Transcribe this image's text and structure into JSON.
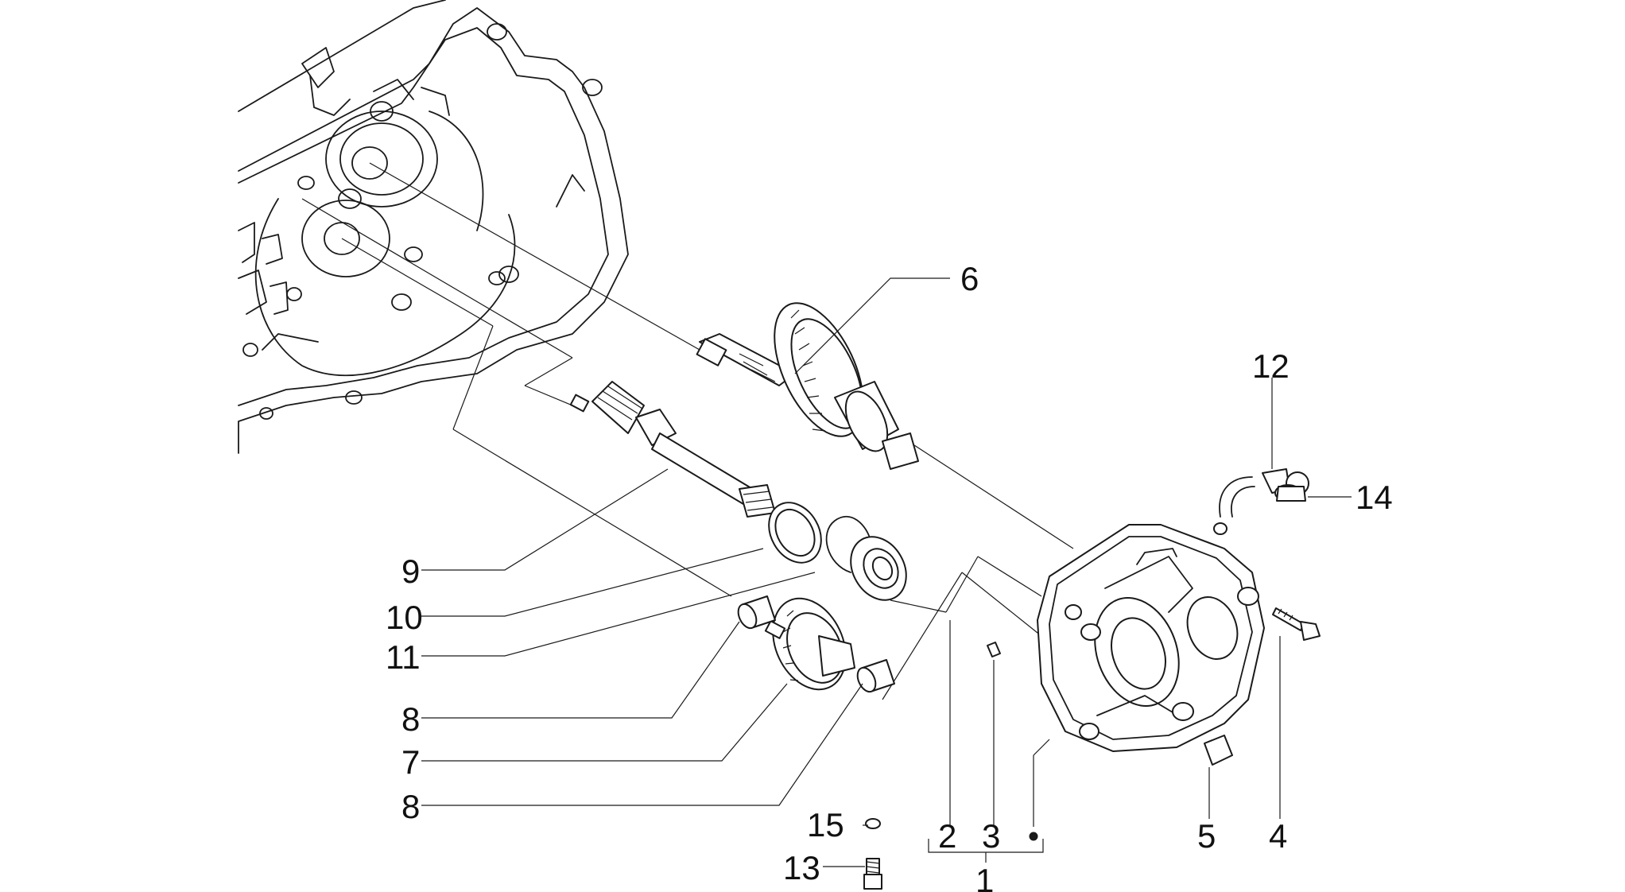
{
  "callouts": {
    "c1": "1",
    "c2": "2",
    "c3": "3",
    "c4": "4",
    "c5": "5",
    "c6": "6",
    "c7": "7",
    "c8a": "8",
    "c8b": "8",
    "c9": "9",
    "c10": "10",
    "c11": "11",
    "c12": "12",
    "c13": "13",
    "c14": "14",
    "c15": "15"
  },
  "colors": {
    "line": "#1a1a1a",
    "background": "#ffffff"
  }
}
